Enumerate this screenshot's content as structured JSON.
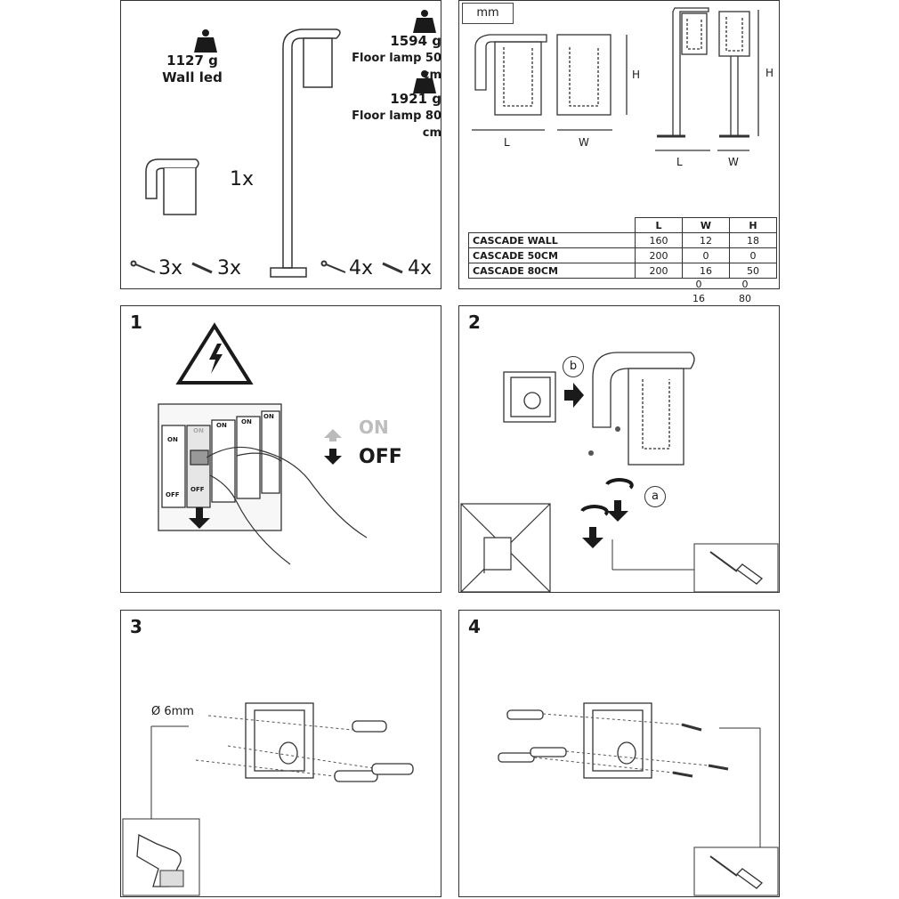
{
  "parts": {
    "weights": [
      {
        "value": "1127 g",
        "label": "Wall led"
      },
      {
        "value": "1594 g",
        "label": "Floor lamp 50 cm"
      },
      {
        "value": "1921 g",
        "label": "Floor lamp 80 cm"
      }
    ],
    "lamp_qty": "1x",
    "wall_screws_qty": "3x",
    "wall_plugs_qty": "3x",
    "floor_screws_qty": "4x",
    "floor_plugs_qty": "4x"
  },
  "dimensions": {
    "unit": "mm",
    "labels": {
      "length": "L",
      "width": "W",
      "height": "H"
    },
    "table": {
      "headers": [
        "L",
        "W",
        "H"
      ],
      "rows": [
        {
          "name": "CASCADE  WALL",
          "L": "160",
          "W": "12",
          "H": "18"
        },
        {
          "name": "CASCADE  50CM",
          "L": "200",
          "W": "0",
          "H": "0"
        },
        {
          "name": "CASCADE 80CM",
          "L": "200",
          "W": "16",
          "H": "50"
        }
      ],
      "overflow_w": [
        "0",
        "16",
        "0"
      ],
      "overflow_h": [
        "0",
        "80",
        "0"
      ]
    }
  },
  "steps": {
    "step1": {
      "number": "1",
      "on_label": "ON",
      "off_label": "OFF",
      "breaker_on": "ON",
      "breaker_off": "OFF"
    },
    "step2": {
      "number": "2",
      "label_a": "a",
      "label_b": "b"
    },
    "step3": {
      "number": "3",
      "drill_size": "Ø 6mm"
    },
    "step4": {
      "number": "4"
    }
  }
}
